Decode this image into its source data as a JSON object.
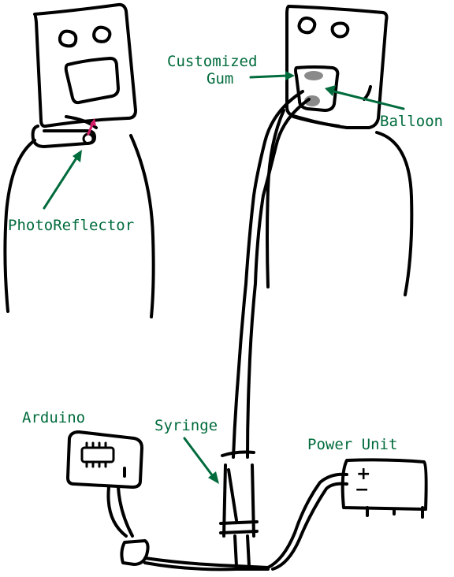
{
  "labels": {
    "customized_gum_1": "Customized",
    "customized_gum_2": "Gum",
    "balloon": "Balloon",
    "photoreflector": "PhotoReflector",
    "arduino": "Arduino",
    "syringe": "Syringe",
    "power_unit": "Power Unit",
    "plus": "+",
    "minus": "−"
  },
  "colors": {
    "label": "#006b3c",
    "sensor_arrow": "#d61f69",
    "gum": "#8a8a8a",
    "ink": "#000000"
  }
}
